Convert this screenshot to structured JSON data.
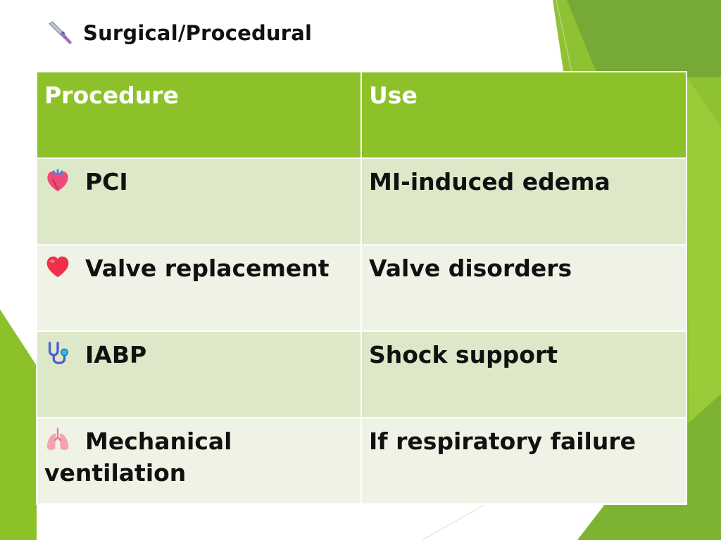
{
  "slide": {
    "title": "Surgical/Procedural",
    "title_icon": "scalpel-icon",
    "colors": {
      "header_bg": "#8dc12a",
      "row_dark": "#dce8c8",
      "row_light": "#eef3e6",
      "accent_green": "#8dc12a"
    }
  },
  "table": {
    "headers": [
      "Procedure",
      "Use"
    ],
    "rows": [
      {
        "icon": "anatomical-heart-icon",
        "procedure": "PCI",
        "use": "MI-induced edema"
      },
      {
        "icon": "red-heart-icon",
        "procedure": "Valve replacement",
        "use": "Valve disorders"
      },
      {
        "icon": "stethoscope-icon",
        "procedure": "IABP",
        "use": "Shock support"
      },
      {
        "icon": "lungs-icon",
        "procedure": "Mechanical ventilation",
        "use": "If respiratory failure"
      }
    ]
  }
}
